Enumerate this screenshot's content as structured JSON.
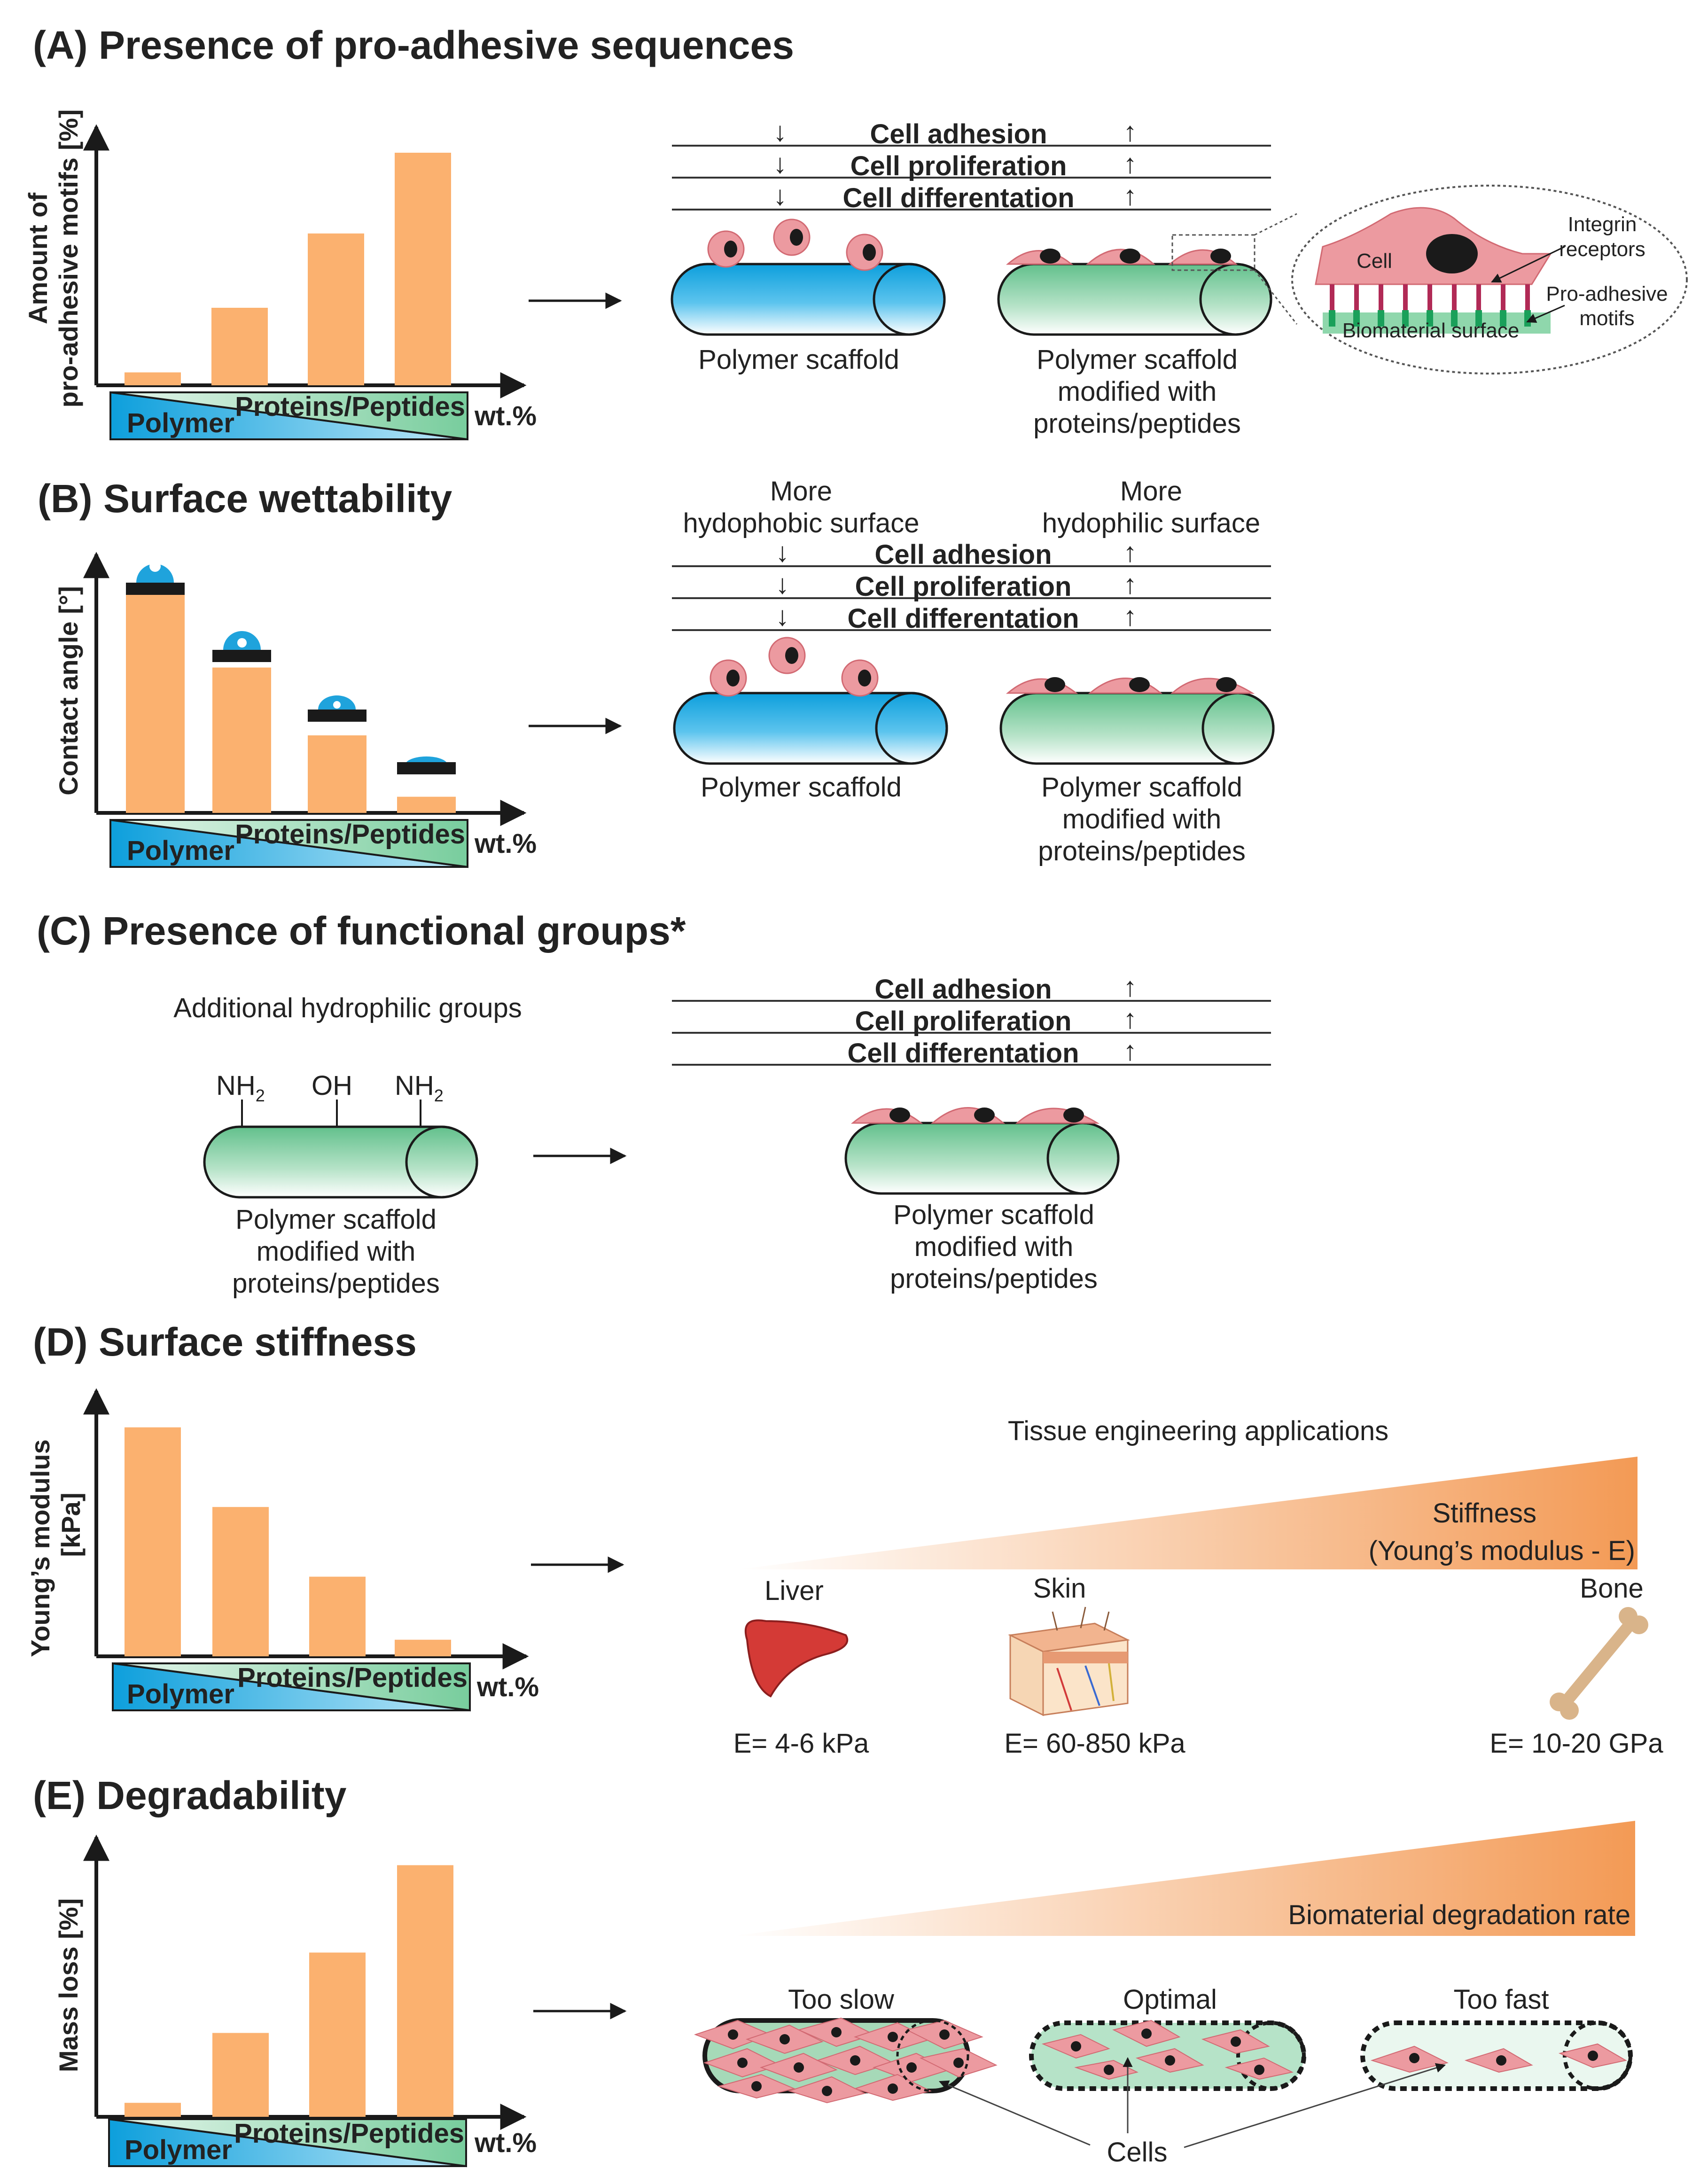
{
  "colors": {
    "bar": "#fbb16f",
    "polymer_blue": "#15a8e0",
    "peptide_green": "#7fd3a8",
    "cell_pink": "#ec9aa0",
    "nucleus": "#1a1a1a",
    "accent_orange": "#f39a55",
    "drop_blue": "#1fa3dc"
  },
  "sections": {
    "A": {
      "title": "(A) Presence of pro-adhesive sequences",
      "ylabel_line1": "Amount of",
      "ylabel_line2": "pro-adhesive motifs [%]",
      "effects": [
        "Cell adhesion",
        "Cell proliferation",
        "Cell differentation"
      ],
      "left_caption": "Polymer scaffold",
      "right_caption": [
        "Polymer scaffold",
        "modified with",
        "proteins/peptides"
      ],
      "inset": {
        "cell": "Cell",
        "integrin": [
          "Integrin",
          "receptors"
        ],
        "motifs": [
          "Pro-adhesive",
          "motifs"
        ],
        "surface": "Biomaterial surface"
      }
    },
    "B": {
      "title": "(B) Surface wettability",
      "ylabel": "Contact angle [°]",
      "left_heading": [
        "More",
        "hydophobic surface"
      ],
      "right_heading": [
        "More",
        "hydophilic surface"
      ],
      "effects": [
        "Cell adhesion",
        "Cell proliferation",
        "Cell differentation"
      ],
      "left_caption": "Polymer scaffold",
      "right_caption": [
        "Polymer scaffold",
        "modified with",
        "proteins/peptides"
      ]
    },
    "C": {
      "title": "(C) Presence of functional groups*",
      "heading": "Additional hydrophilic groups",
      "groups": [
        "NH",
        "OH",
        "NH"
      ],
      "group_subscript": "2",
      "effects": [
        "Cell adhesion",
        "Cell proliferation",
        "Cell differentation"
      ],
      "left_caption": [
        "Polymer scaffold",
        "modified with",
        "proteins/peptides"
      ],
      "right_caption": [
        "Polymer scaffold",
        "modified with",
        "proteins/peptides"
      ]
    },
    "D": {
      "title": "(D) Surface stiffness",
      "ylabel_line1": "Young’s modulus",
      "ylabel_line2": "[kPa]",
      "applications_title": "Tissue engineering applications",
      "stiffness_label": [
        "Stiffness",
        "(Young’s modulus - E)"
      ],
      "tissues": [
        {
          "name": "Liver",
          "value": "E= 4-6 kPa"
        },
        {
          "name": "Skin",
          "value": "E= 60-850 kPa"
        },
        {
          "name": "Bone",
          "value": "E= 10-20 GPa"
        }
      ]
    },
    "E": {
      "title": "(E) Degradability",
      "ylabel": "Mass loss [%]",
      "rate_label": "Biomaterial degradation rate",
      "states": [
        "Too slow",
        "Optimal",
        "Too fast"
      ],
      "cells_label": "Cells"
    }
  },
  "shared_axis": {
    "left": "Polymer",
    "right": "Proteins/Peptides",
    "unit": "wt.%"
  },
  "chart_data": [
    {
      "panel": "A",
      "type": "bar",
      "values": [
        4,
        24,
        47,
        72
      ],
      "ylim": [
        0,
        80
      ],
      "title": "",
      "xlabel": "wt.%",
      "ylabel": "Amount of pro-adhesive motifs [%]",
      "grid": false
    },
    {
      "panel": "B",
      "type": "bar",
      "values": [
        69,
        45,
        24,
        5
      ],
      "ylim": [
        0,
        80
      ],
      "title": "",
      "xlabel": "wt.%",
      "ylabel": "Contact angle [°]",
      "grid": false
    },
    {
      "panel": "D",
      "type": "bar",
      "values": [
        69,
        45,
        24,
        5
      ],
      "ylim": [
        0,
        80
      ],
      "title": "",
      "xlabel": "wt.%",
      "ylabel": "Young’s modulus [kPa]",
      "grid": false
    },
    {
      "panel": "E",
      "type": "bar",
      "values": [
        4,
        24,
        47,
        72
      ],
      "ylim": [
        0,
        80
      ],
      "title": "",
      "xlabel": "wt.%",
      "ylabel": "Mass loss [%]",
      "grid": false
    }
  ]
}
